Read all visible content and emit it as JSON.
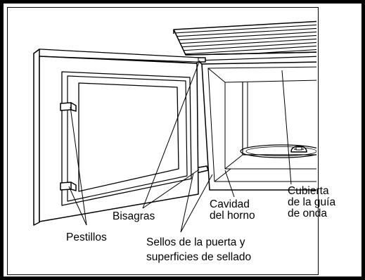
{
  "labels": {
    "pestillos": "Pestillos",
    "bisagras": "Bisagras",
    "cavidad_line1": "Cavidad",
    "cavidad_line2": "del horno",
    "cubierta_line1": "Cubierta",
    "cubierta_line2": "de la guía",
    "cubierta_line3": "de onda",
    "sellos_line1": "Sellos de la puerta y",
    "sellos_line2": "superficies de sellado"
  }
}
